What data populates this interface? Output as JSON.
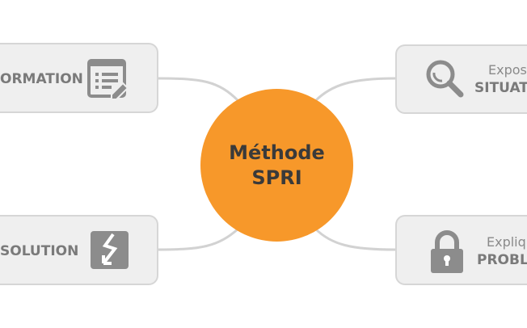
{
  "center": {
    "line1": "Méthode",
    "line2": "SPRI"
  },
  "nodes": {
    "information": {
      "label": "ORMATION",
      "icon": "form-edit-icon"
    },
    "solution": {
      "label": "SOLUTION",
      "icon": "lightning-arrow-icon"
    },
    "situation": {
      "sub": "Expos",
      "label": "SITUAT",
      "icon": "magnifier-icon"
    },
    "probleme": {
      "sub": "Expliq",
      "label": "PROBL",
      "icon": "padlock-icon"
    }
  },
  "colors": {
    "accent": "#f7982a",
    "node_bg": "#efefef",
    "icon": "#8c8c8c"
  }
}
